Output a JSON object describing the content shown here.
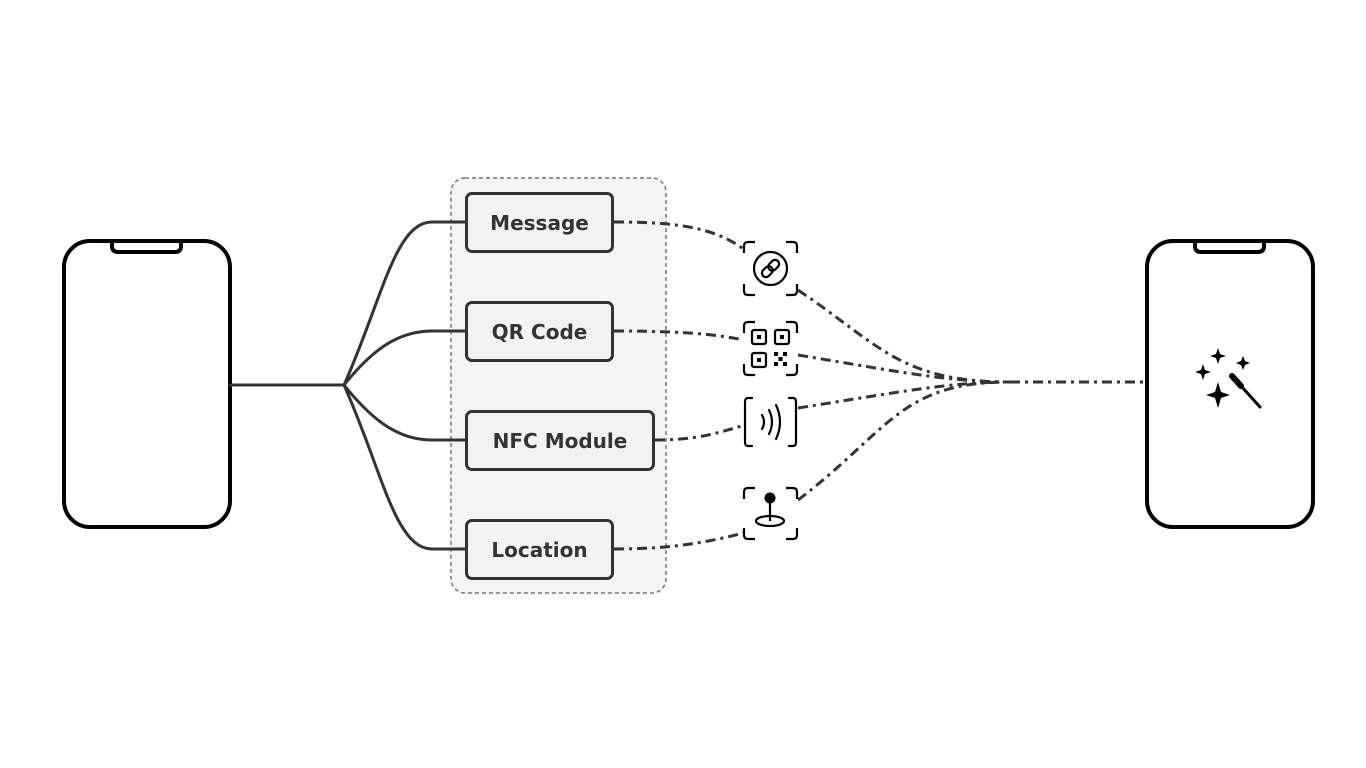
{
  "diagram": {
    "methods": [
      {
        "label": "Message",
        "icon": "link-icon"
      },
      {
        "label": "QR Code",
        "icon": "qr-code-icon"
      },
      {
        "label": "NFC Module",
        "icon": "nfc-icon"
      },
      {
        "label": "Location",
        "icon": "location-pin-icon"
      }
    ],
    "source_device": "phone-icon",
    "target_device": "phone-icon",
    "target_icon": "magic-wand-sparkles-icon",
    "colors": {
      "stroke": "#333333",
      "box_fill": "#f2f2f2",
      "group_fill": "#f4f4f4",
      "group_border": "#777777",
      "background": "#ffffff"
    }
  }
}
